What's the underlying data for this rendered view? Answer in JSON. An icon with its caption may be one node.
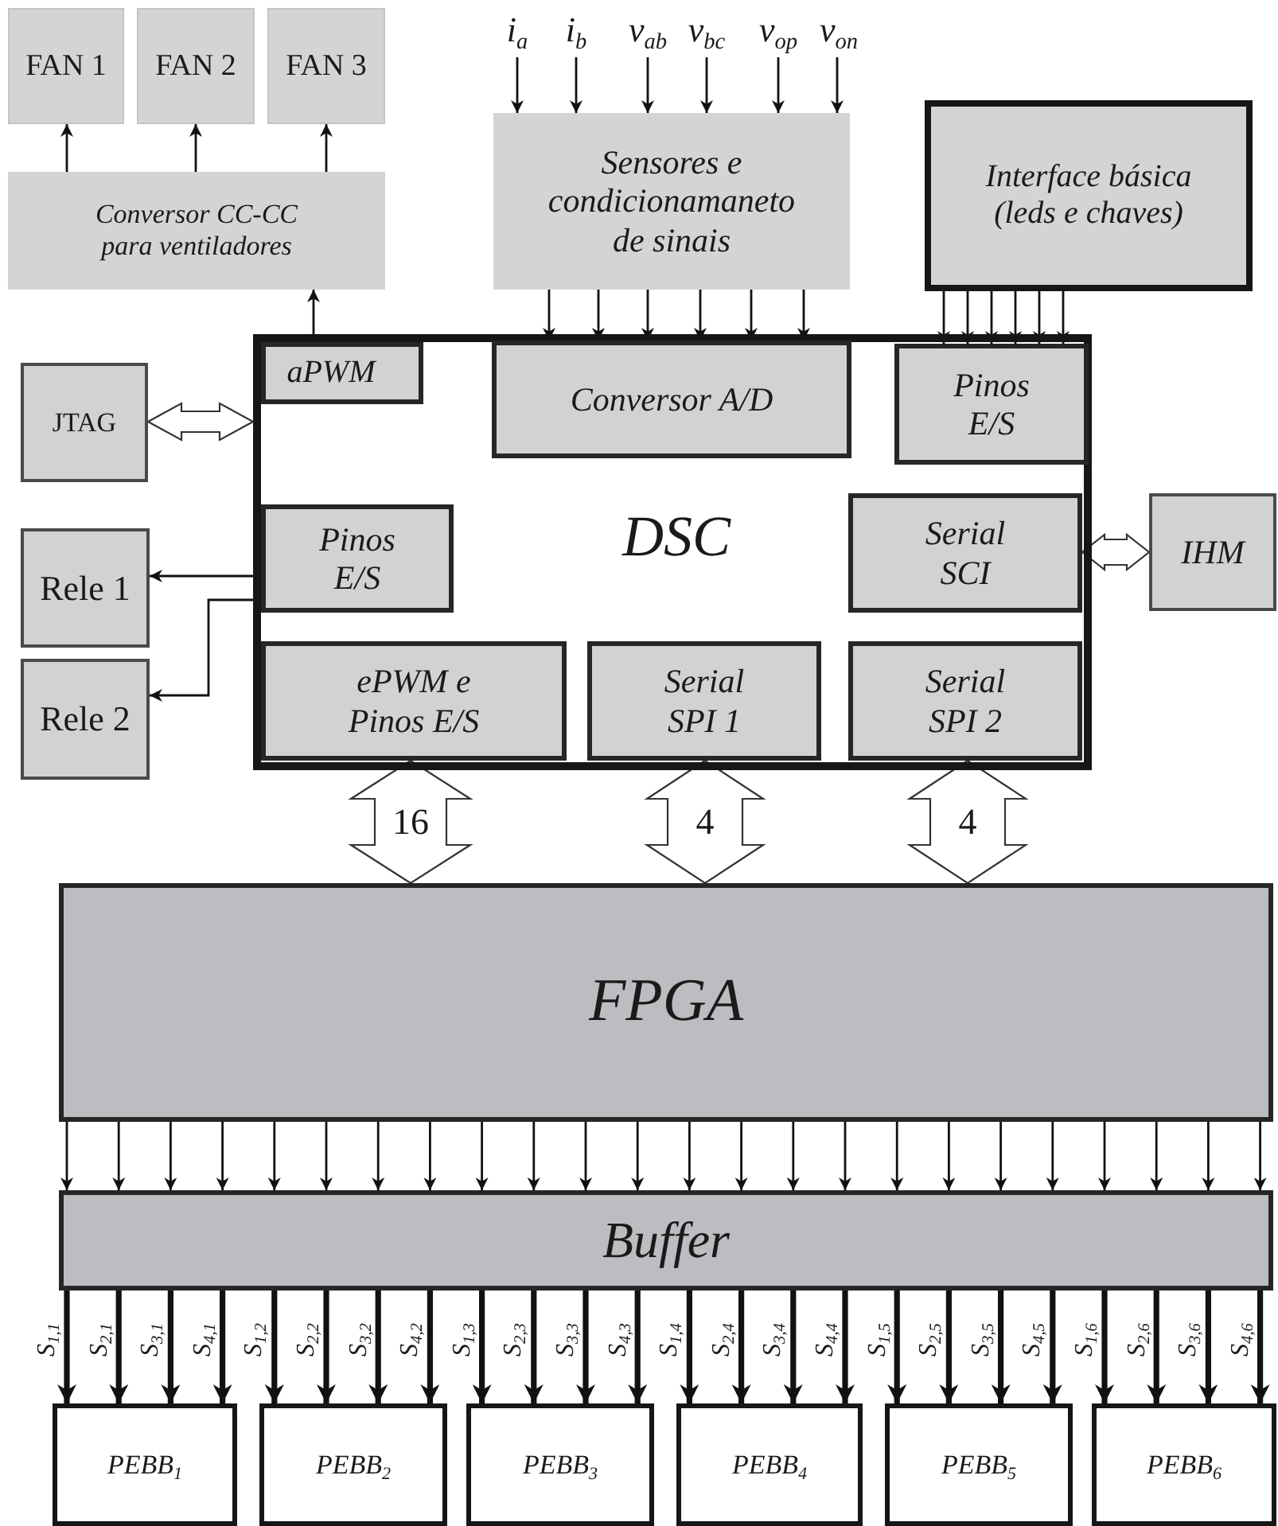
{
  "diagram": {
    "nodes": [
      {
        "text": [
          "FAN 1"
        ]
      },
      {
        "text": [
          "FAN 2"
        ]
      },
      {
        "text": [
          "FAN 3"
        ]
      },
      {
        "text": [
          "Conversor CC-CC para ventiladores"
        ]
      },
      {
        "text": [
          "Sensores e condicionamaneto de sinais"
        ]
      },
      {
        "text": [
          "Interface básica (leds e chaves)"
        ]
      },
      {
        "text": [
          "JTAG"
        ]
      },
      {
        "text": [
          "DSC"
        ]
      },
      {
        "text": [
          "aPWM"
        ],
        "in": 7
      },
      {
        "text": [
          "Conversor A/D"
        ],
        "in": 7
      },
      {
        "text": [
          "Pinos E/S"
        ],
        "in": 7
      },
      {
        "text": [
          "Pinos E/S"
        ],
        "in": 7
      },
      {
        "text": [
          "Serial SCI"
        ],
        "in": 7
      },
      {
        "text": [
          "ePWM e Pinos E/S"
        ],
        "in": 7
      },
      {
        "text": [
          "Serial SPI 1"
        ],
        "in": 7
      },
      {
        "text": [
          "Serial SPI 2"
        ],
        "in": 7
      },
      {
        "text": [
          "IHM"
        ]
      },
      {
        "text": [
          "Rele 1"
        ]
      },
      {
        "text": [
          "Rele 2"
        ]
      },
      {
        "text": [
          "FPGA"
        ]
      },
      {
        "text": [
          "Buffer"
        ]
      },
      {
        "text": [
          "PEBB$_{1}$"
        ]
      },
      {
        "text": [
          "PEBB$_{2}$"
        ]
      },
      {
        "text": [
          "PEBB$_{3}$"
        ]
      },
      {
        "text": [
          "PEBB$_{4}$"
        ]
      },
      {
        "text": [
          "PEBB$_{5}$"
        ]
      },
      {
        "text": [
          "PEBB$_{6}$"
        ]
      },
      {
        "text": [
          "i$_{a}$"
        ]
      },
      {
        "text": [
          "i$_{b}$"
        ]
      },
      {
        "text": [
          "v$_{ab}$"
        ]
      },
      {
        "text": [
          "v$_{bc}$"
        ]
      },
      {
        "text": [
          "v$_{op}$"
        ]
      },
      {
        "text": [
          "v$_{on}$"
        ]
      }
    ],
    "edges": [
      {
        "from": 3,
        "to": 0,
        "arrow": "to"
      },
      {
        "from": 3,
        "to": 1,
        "arrow": "to"
      },
      {
        "from": 3,
        "to": 2,
        "arrow": "to"
      },
      {
        "from": 8,
        "to": 3,
        "arrow": "to"
      },
      {
        "from": 27,
        "to": 4,
        "arrow": "to"
      },
      {
        "from": 28,
        "to": 4,
        "arrow": "to"
      },
      {
        "from": 29,
        "to": 4,
        "arrow": "to"
      },
      {
        "from": 30,
        "to": 4,
        "arrow": "to"
      },
      {
        "from": 31,
        "to": 4,
        "arrow": "to"
      },
      {
        "from": 32,
        "to": 4,
        "arrow": "to"
      },
      {
        "from": 4,
        "to": 9,
        "arrow": "to"
      },
      {
        "from": 4,
        "to": 9,
        "arrow": "to"
      },
      {
        "from": 4,
        "to": 9,
        "arrow": "to"
      },
      {
        "from": 4,
        "to": 9,
        "arrow": "to"
      },
      {
        "from": 4,
        "to": 9,
        "arrow": "to"
      },
      {
        "from": 4,
        "to": 9,
        "arrow": "to"
      },
      {
        "from": 5,
        "to": 10,
        "arrow": "to"
      },
      {
        "from": 5,
        "to": 10,
        "arrow": "to"
      },
      {
        "from": 5,
        "to": 10,
        "arrow": "to"
      },
      {
        "from": 5,
        "to": 10,
        "arrow": "to"
      },
      {
        "from": 5,
        "to": 10,
        "arrow": "to"
      },
      {
        "from": 5,
        "to": 10,
        "arrow": "to"
      },
      {
        "from": 6,
        "to": 7,
        "arrow": "both"
      },
      {
        "from": 12,
        "to": 16,
        "arrow": "both"
      },
      {
        "from": 11,
        "to": 17,
        "arrow": "to"
      },
      {
        "from": 11,
        "to": 18,
        "arrow": "to"
      },
      {
        "from": 13,
        "to": 19,
        "arrow": "both",
        "label": "16"
      },
      {
        "from": 14,
        "to": 19,
        "arrow": "both",
        "label": "4"
      },
      {
        "from": 15,
        "to": 19,
        "arrow": "both",
        "label": "4"
      },
      {
        "from": 19,
        "to": 20,
        "arrow": "to"
      },
      {
        "from": 19,
        "to": 20,
        "arrow": "to"
      },
      {
        "from": 19,
        "to": 20,
        "arrow": "to"
      },
      {
        "from": 19,
        "to": 20,
        "arrow": "to"
      },
      {
        "from": 19,
        "to": 20,
        "arrow": "to"
      },
      {
        "from": 19,
        "to": 20,
        "arrow": "to"
      },
      {
        "from": 19,
        "to": 20,
        "arrow": "to"
      },
      {
        "from": 19,
        "to": 20,
        "arrow": "to"
      },
      {
        "from": 19,
        "to": 20,
        "arrow": "to"
      },
      {
        "from": 19,
        "to": 20,
        "arrow": "to"
      },
      {
        "from": 19,
        "to": 20,
        "arrow": "to"
      },
      {
        "from": 19,
        "to": 20,
        "arrow": "to"
      },
      {
        "from": 19,
        "to": 20,
        "arrow": "to"
      },
      {
        "from": 19,
        "to": 20,
        "arrow": "to"
      },
      {
        "from": 19,
        "to": 20,
        "arrow": "to"
      },
      {
        "from": 19,
        "to": 20,
        "arrow": "to"
      },
      {
        "from": 19,
        "to": 20,
        "arrow": "to"
      },
      {
        "from": 19,
        "to": 20,
        "arrow": "to"
      },
      {
        "from": 19,
        "to": 20,
        "arrow": "to"
      },
      {
        "from": 19,
        "to": 20,
        "arrow": "to"
      },
      {
        "from": 19,
        "to": 20,
        "arrow": "to"
      },
      {
        "from": 19,
        "to": 20,
        "arrow": "to"
      },
      {
        "from": 19,
        "to": 20,
        "arrow": "to"
      },
      {
        "from": 19,
        "to": 20,
        "arrow": "to"
      },
      {
        "from": 20,
        "to": 21,
        "arrow": "to",
        "style": "thick",
        "label": "S$_{1,1}$"
      },
      {
        "from": 20,
        "to": 21,
        "arrow": "to",
        "style": "thick",
        "label": "S$_{2,1}$"
      },
      {
        "from": 20,
        "to": 21,
        "arrow": "to",
        "style": "thick",
        "label": "S$_{3,1}$"
      },
      {
        "from": 20,
        "to": 21,
        "arrow": "to",
        "style": "thick",
        "label": "S$_{4,1}$"
      },
      {
        "from": 20,
        "to": 22,
        "arrow": "to",
        "style": "thick",
        "label": "S$_{1,2}$"
      },
      {
        "from": 20,
        "to": 22,
        "arrow": "to",
        "style": "thick",
        "label": "S$_{2,2}$"
      },
      {
        "from": 20,
        "to": 22,
        "arrow": "to",
        "style": "thick",
        "label": "S$_{3,2}$"
      },
      {
        "from": 20,
        "to": 22,
        "arrow": "to",
        "style": "thick",
        "label": "S$_{4,2}$"
      },
      {
        "from": 20,
        "to": 23,
        "arrow": "to",
        "style": "thick",
        "label": "S$_{1,3}$"
      },
      {
        "from": 20,
        "to": 23,
        "arrow": "to",
        "style": "thick",
        "label": "S$_{2,3}$"
      },
      {
        "from": 20,
        "to": 23,
        "arrow": "to",
        "style": "thick",
        "label": "S$_{3,3}$"
      },
      {
        "from": 20,
        "to": 23,
        "arrow": "to",
        "style": "thick",
        "label": "S$_{4,3}$"
      },
      {
        "from": 20,
        "to": 24,
        "arrow": "to",
        "style": "thick",
        "label": "S$_{1,4}$"
      },
      {
        "from": 20,
        "to": 24,
        "arrow": "to",
        "style": "thick",
        "label": "S$_{2,4}$"
      },
      {
        "from": 20,
        "to": 24,
        "arrow": "to",
        "style": "thick",
        "label": "S$_{3,4}$"
      },
      {
        "from": 20,
        "to": 24,
        "arrow": "to",
        "style": "thick",
        "label": "S$_{4,4}$"
      },
      {
        "from": 20,
        "to": 25,
        "arrow": "to",
        "style": "thick",
        "label": "S$_{1,5}$"
      },
      {
        "from": 20,
        "to": 25,
        "arrow": "to",
        "style": "thick",
        "label": "S$_{2,5}$"
      },
      {
        "from": 20,
        "to": 25,
        "arrow": "to",
        "style": "thick",
        "label": "S$_{3,5}$"
      },
      {
        "from": 20,
        "to": 25,
        "arrow": "to",
        "style": "thick",
        "label": "S$_{4,5}$"
      },
      {
        "from": 20,
        "to": 26,
        "arrow": "to",
        "style": "thick",
        "label": "S$_{1,6}$"
      },
      {
        "from": 20,
        "to": 26,
        "arrow": "to",
        "style": "thick",
        "label": "S$_{2,6}$"
      },
      {
        "from": 20,
        "to": 26,
        "arrow": "to",
        "style": "thick",
        "label": "S$_{3,6}$"
      },
      {
        "from": 20,
        "to": 26,
        "arrow": "to",
        "style": "thick",
        "label": "S$_{4,6}$"
      }
    ]
  }
}
